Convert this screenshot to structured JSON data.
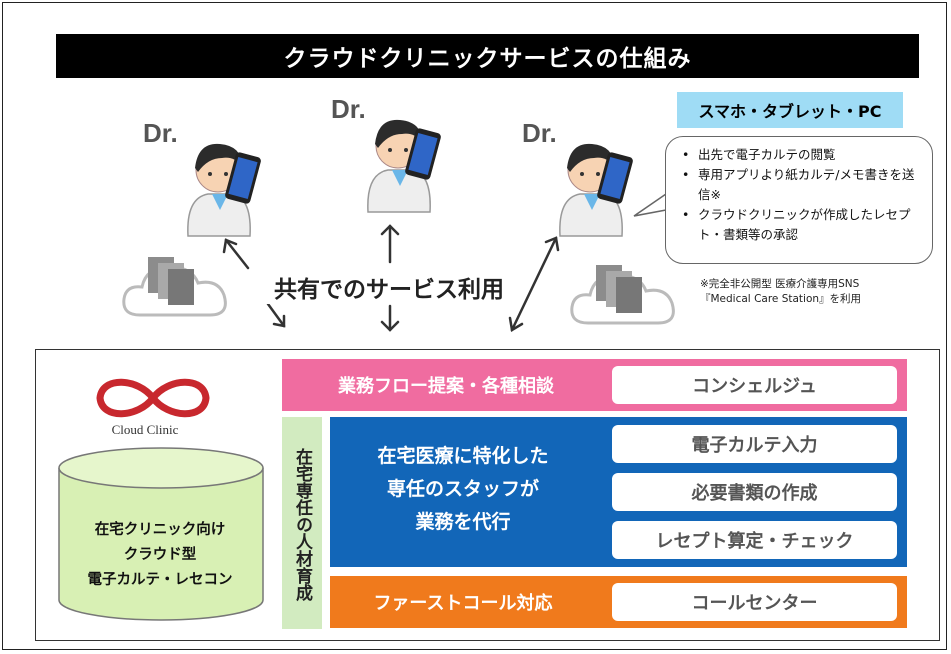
{
  "title": "クラウドクリニックサービスの仕組み",
  "doctors": [
    {
      "label": "Dr."
    },
    {
      "label": "Dr."
    },
    {
      "label": "Dr."
    }
  ],
  "devices": {
    "heading": "スマホ・タブレット・PC",
    "bullets": [
      "出先で電子カルテの閲覧",
      "専用アプリより紙カルテ/メモ書きを送信※",
      "クラウドクリニックが作成したレセプト・書類等の承認"
    ],
    "note_lines": [
      "※完全非公開型 医療介護専用SNS",
      "『Medical Care Station』を利用"
    ]
  },
  "center_label": "共有でのサービス利用",
  "system": {
    "logo_text": "Cloud Clinic",
    "cylinder_lines": [
      "在宅クリニック向け",
      "クラウド型",
      "電子カルテ・レセコン"
    ]
  },
  "services": {
    "row1_label": "業務フロー提案・各種相談",
    "row1_button": "コンシェルジュ",
    "vertical_label": "在宅専任の人材育成",
    "main_lines": [
      "在宅医療に特化した",
      "専任のスタッフが",
      "業務を代行"
    ],
    "main_buttons": [
      "電子カルテ入力",
      "必要書類の作成",
      "レセプト算定・チェック"
    ],
    "row3_label": "ファーストコール対応",
    "row3_button": "コールセンター"
  },
  "colors": {
    "pink": "#f06ca0",
    "blue": "#1266b8",
    "orange": "#f07a1c",
    "green": "#d2ebc0",
    "light_blue": "#9fdcf5",
    "logo_red": "#c8282e"
  }
}
